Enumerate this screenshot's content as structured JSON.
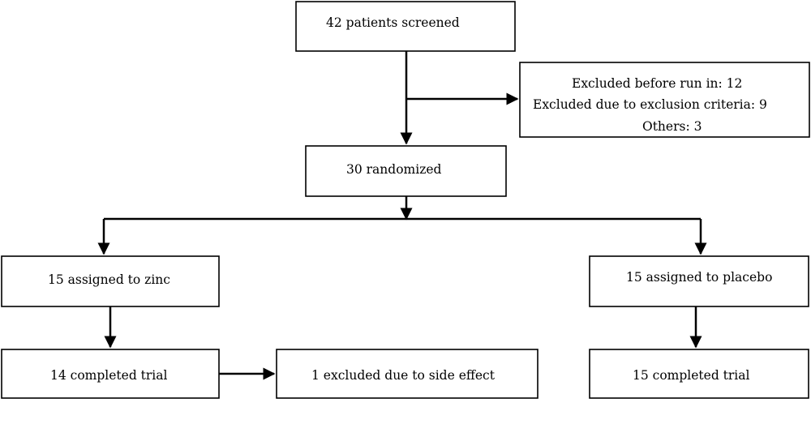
{
  "nodes": {
    "screened": "42 patients screened",
    "excluded_1": "Excluded before run in: 12",
    "excluded_2": "Excluded due to exclusion  criteria: 9",
    "excluded_3": "Others: 3",
    "randomized": "30 randomized",
    "zinc": "15 assigned to zinc",
    "placebo": "15 assigned to placebo",
    "zinc_completed": "14 completed trial",
    "side_effect": "1 excluded due to side effect",
    "placebo_completed": "15 completed trial"
  }
}
